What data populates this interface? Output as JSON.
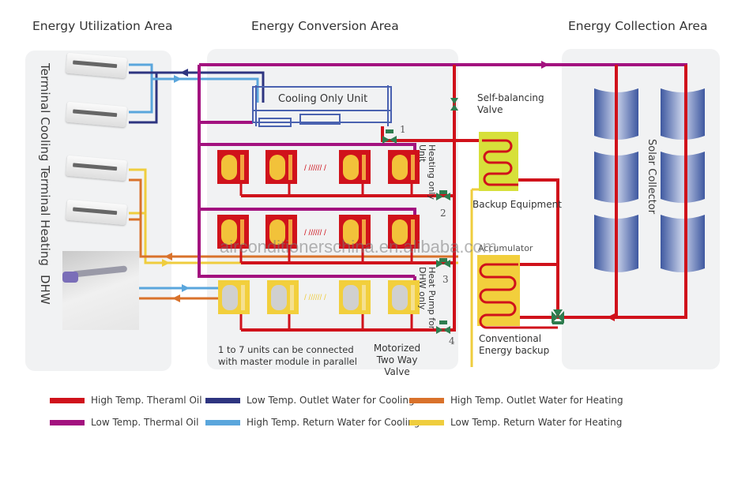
{
  "areas": {
    "utilization": "Energy Utilization Area",
    "conversion": "Energy Conversion Area",
    "collection": "Energy Collection Area"
  },
  "utilization": {
    "labels": [
      "Terminal  Cooling",
      "Terminal  Heating",
      "DHW"
    ]
  },
  "conversion": {
    "cooling_unit": "Cooling Only Unit",
    "heating_unit_label": "Heating only Unit",
    "dhw_unit_label": "Heat Pump for DHW only",
    "note": "1 to 7 units can be connected with master module in parallel",
    "valve_label": "Motorized Two Way Valve",
    "valve_numbers": [
      "1",
      "2",
      "3",
      "4"
    ],
    "self_balancing_valve": "Self-balancing Valve",
    "backup_equipment": "Backup Equipment",
    "accumulator": "Accumulator",
    "conventional_backup": "Conventional Energy backup"
  },
  "collection": {
    "solar_collector": "Solar Collector"
  },
  "watermark": "airconditionerschina.en.alibaba.com",
  "legend": [
    {
      "label": "High Temp. Theraml Oil",
      "color": "#d0121b"
    },
    {
      "label": "Low Temp. Thermal Oil",
      "color": "#a3127f"
    },
    {
      "label": "Low Temp. Outlet Water for Cooling",
      "color": "#2e3580"
    },
    {
      "label": "High Temp. Return Water for Cooling",
      "color": "#5aa6dc"
    },
    {
      "label": "High Temp. Outlet Water for Heating",
      "color": "#d9722b"
    },
    {
      "label": "Low Temp. Return Water for Heating",
      "color": "#efcd3e"
    }
  ],
  "colors": {
    "high_oil": "#d0121b",
    "low_oil": "#a3127f",
    "cool_out": "#2e3580",
    "cool_ret": "#5aa6dc",
    "heat_out": "#d9722b",
    "heat_ret": "#efcd3e",
    "valve": "#2e7d4f",
    "solar": "#4a62a8"
  }
}
